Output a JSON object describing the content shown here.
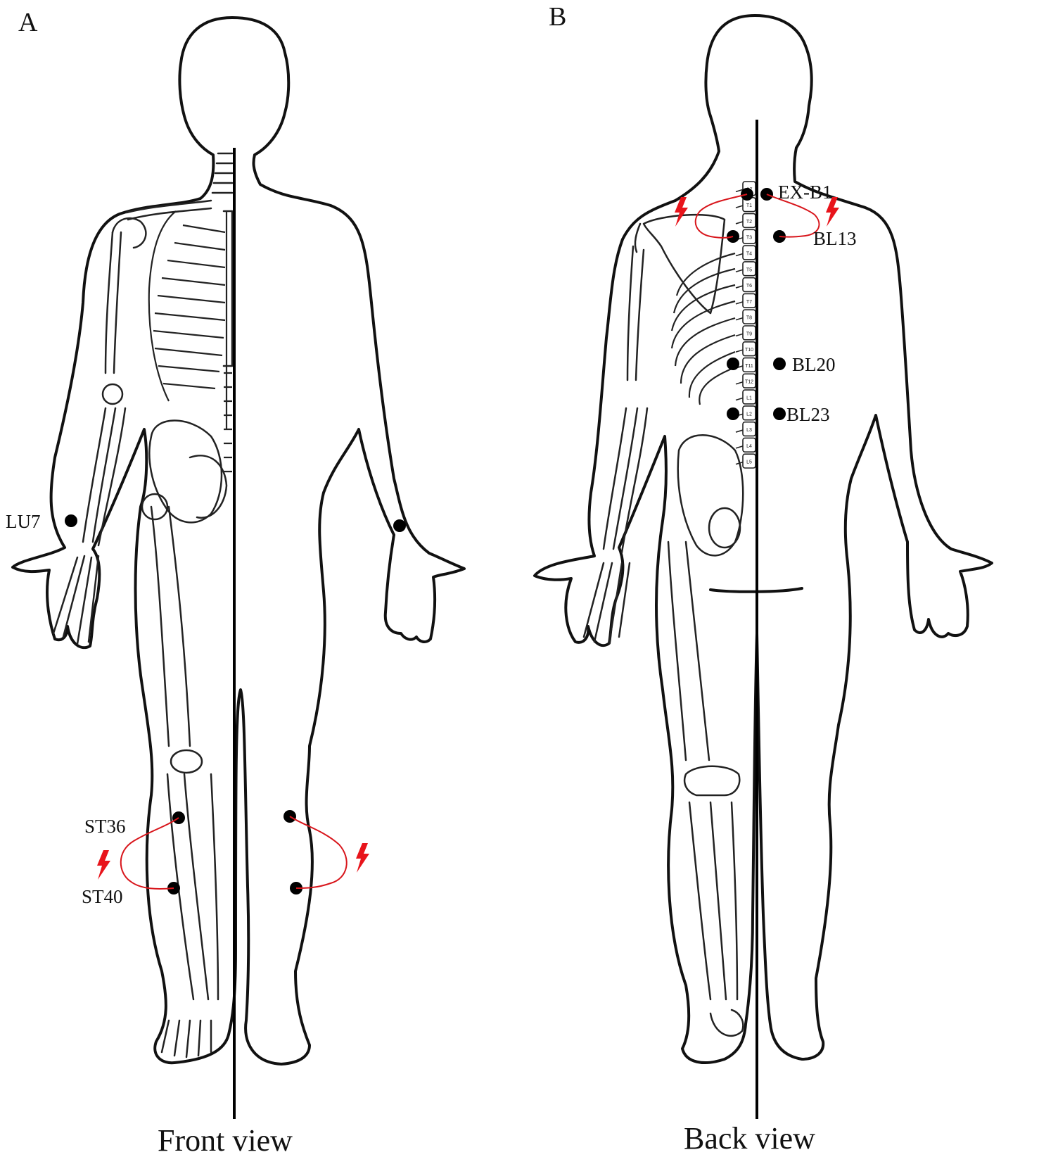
{
  "panels": [
    {
      "id": "front",
      "letter": "A",
      "caption": "Front view",
      "acupoints": [
        "LU7",
        "ST36",
        "ST40"
      ]
    },
    {
      "id": "back",
      "letter": "B",
      "caption": "Back view",
      "acupoints": [
        "EX-B1",
        "BL13",
        "BL20",
        "BL23"
      ]
    }
  ],
  "vertebrae": [
    "C7",
    "T1",
    "T2",
    "T3",
    "T4",
    "T5",
    "T6",
    "T7",
    "T8",
    "T9",
    "T10",
    "T11",
    "T12",
    "L1",
    "L2",
    "L3",
    "L4",
    "L5"
  ],
  "colors": {
    "outline": "#111111",
    "acupoint": "#000000",
    "electro_wire": "#d8151b",
    "electro_symbol": "#e8141b"
  },
  "symbols": {
    "electro_stimulation": "lightning-bolt-icon"
  }
}
